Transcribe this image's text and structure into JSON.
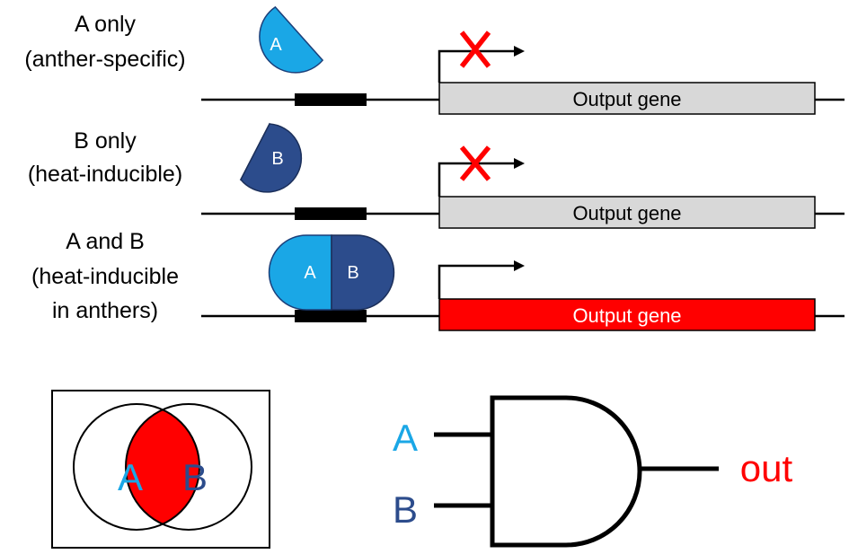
{
  "colors": {
    "factor_a": "#1AA7E6",
    "factor_b": "#2C4C8C",
    "active_gene": "#FF0000",
    "inactive_gene": "#D8D8D8",
    "blocked_mark": "#FF0000",
    "output_text": "#FF0000"
  },
  "rows": [
    {
      "label_line1": "A only",
      "label_line2": "(anther-specific)",
      "label_line3": "",
      "factor": "A",
      "gene_label": "Output gene",
      "active": false,
      "blocked_mark": "X"
    },
    {
      "label_line1": "B only",
      "label_line2": "(heat-inducible)",
      "label_line3": "",
      "factor": "B",
      "gene_label": "Output gene",
      "active": false,
      "blocked_mark": "X"
    },
    {
      "label_line1": "A and B",
      "label_line2": "(heat-inducible",
      "label_line3": "in anthers)",
      "factor": "A+B",
      "factor_left": "A",
      "factor_right": "B",
      "gene_label": "Output gene",
      "active": true,
      "blocked_mark": ""
    }
  ],
  "venn": {
    "label_a": "A",
    "label_b": "B"
  },
  "and_gate": {
    "input_a": "A",
    "input_b": "B",
    "output": "out"
  }
}
